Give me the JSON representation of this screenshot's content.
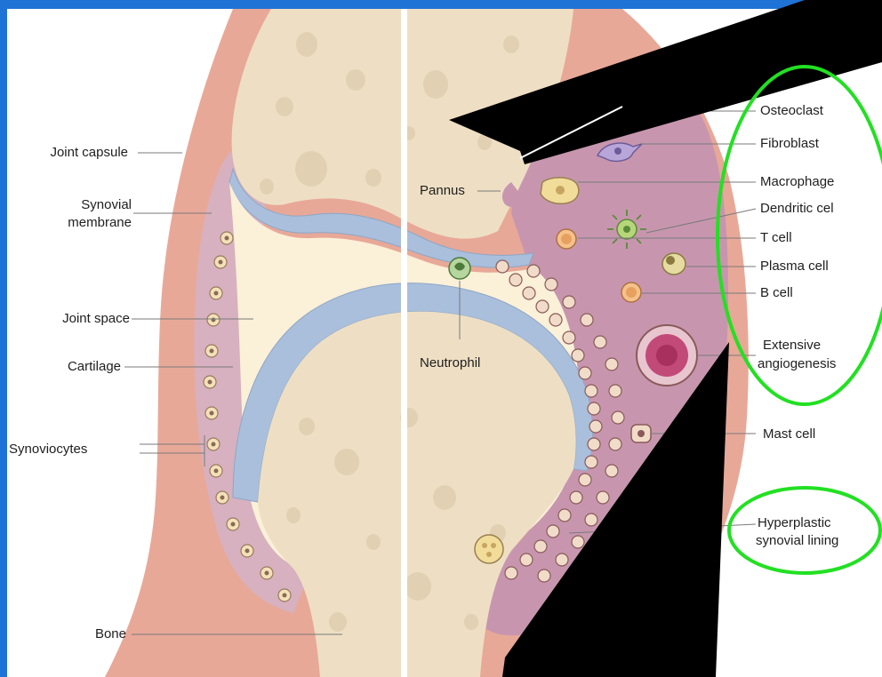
{
  "left_labels": {
    "joint_capsule": "Joint capsule",
    "synovial_membrane_1": "Synovial",
    "synovial_membrane_2": "membrane",
    "joint_space": "Joint space",
    "cartilage": "Cartilage",
    "synoviocytes": "Synoviocytes",
    "bone": "Bone"
  },
  "center_labels": {
    "pannus": "Pannus",
    "neutrophil": "Neutrophil"
  },
  "right_labels": {
    "osteoclast": "Osteoclast",
    "fibroblast": "Fibroblast",
    "macrophage": "Macrophage",
    "dendritic_cell": "Dendritic cel",
    "t_cell": "T cell",
    "plasma_cell": "Plasma cell",
    "b_cell": "B cell",
    "angiogenesis_1": "Extensive",
    "angiogenesis_2": "angiogenesis",
    "mast_cell": "Mast cell",
    "hyperplastic_1": "Hyperplastic",
    "hyperplastic_2": "synovial lining"
  },
  "colors": {
    "frame_blue": "#1f73d6",
    "highlight_green": "#22e022",
    "capsule_pink": "#e8a898",
    "bone_tan": "#eedfc4",
    "cartilage_blue": "#a9bfdc",
    "synovium_purple": "#d4a6bb"
  }
}
